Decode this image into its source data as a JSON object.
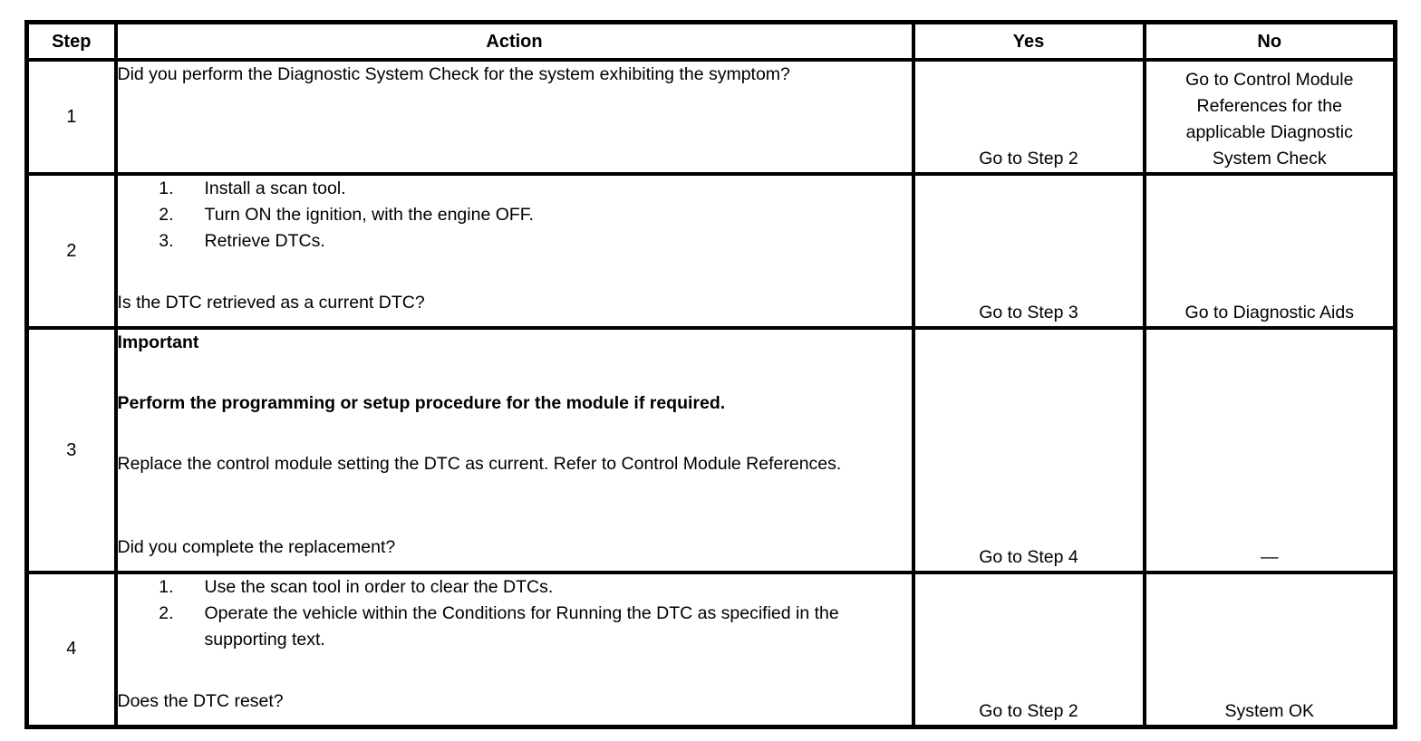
{
  "table": {
    "headers": {
      "step": "Step",
      "action": "Action",
      "yes": "Yes",
      "no": "No"
    },
    "rows": [
      {
        "step": "1",
        "question": "Did you perform the Diagnostic System Check for the system exhibiting the symptom?",
        "yes": "Go to Step 2",
        "no": "Go to Control Module References for the applicable Diagnostic System Check"
      },
      {
        "step": "2",
        "list": [
          "Install a scan tool.",
          "Turn ON the ignition, with the engine OFF.",
          "Retrieve DTCs."
        ],
        "list_numbers": [
          "1.",
          "2.",
          "3."
        ],
        "question": "Is the DTC retrieved as a current DTC?",
        "yes": "Go to Step 3",
        "no": "Go to Diagnostic Aids"
      },
      {
        "step": "3",
        "important_label": "Important",
        "important_text": "Perform the programming or setup procedure for the module if required.",
        "body": "Replace the control module setting the DTC as current. Refer to Control Module References.",
        "question": "Did you complete the replacement?",
        "yes": "Go to Step 4",
        "no": "—"
      },
      {
        "step": "4",
        "list": [
          "Use the scan tool in order to clear the DTCs.",
          "Operate the vehicle within the Conditions for Running the DTC as specified in the supporting text."
        ],
        "list_numbers": [
          "1.",
          "2."
        ],
        "question": "Does the DTC reset?",
        "yes": "Go to Step 2",
        "no": "System OK"
      }
    ]
  }
}
